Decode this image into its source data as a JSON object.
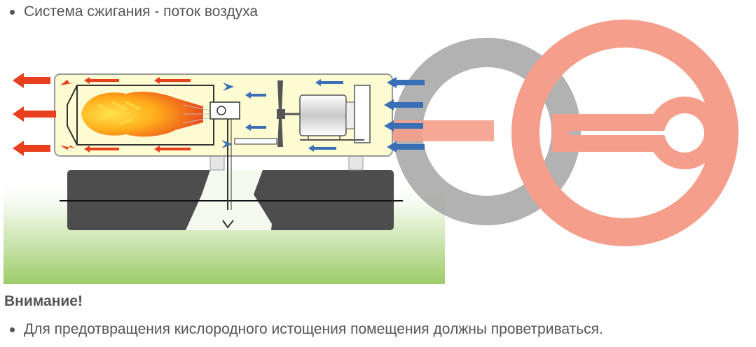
{
  "list_top": {
    "items": [
      {
        "label": "Система сжигания - поток воздуха"
      }
    ]
  },
  "warning": {
    "heading": "Внимание!"
  },
  "list_bottom": {
    "items": [
      {
        "label": "Для предотвращения кислородного истощения помещения должны проветриваться."
      }
    ]
  },
  "colors": {
    "text": "#555555",
    "hot_air_arrow": "#e8401d",
    "cold_air_arrow": "#3a6fb5",
    "heater_body": "#fdfbd2",
    "ground_green": "#9ccc6a",
    "logo_gray": "#8a8a8a",
    "logo_red": "#f48e78"
  },
  "icons": {
    "bullet": "disc",
    "watermark": "overlapping-rings-logo"
  }
}
